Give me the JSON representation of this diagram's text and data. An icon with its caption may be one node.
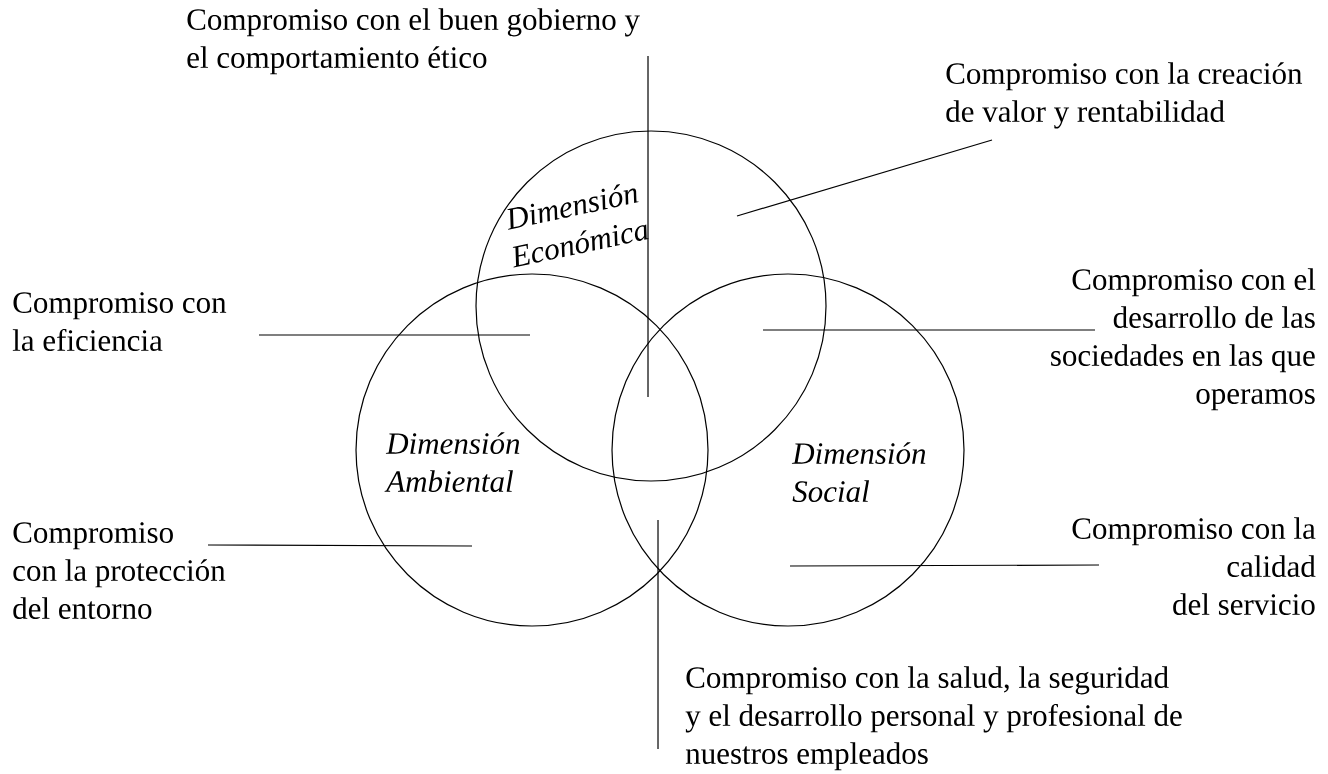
{
  "diagram": {
    "nodes": [
      {
        "text": [
          "Dimensión Económica"
        ]
      },
      {
        "text": [
          "Dimensión Ambiental"
        ]
      },
      {
        "text": [
          "Dimensión Social"
        ]
      },
      {
        "text": [
          "Compromiso con el buen gobierno y el comportamiento ético"
        ]
      },
      {
        "text": [
          "Compromiso con la creación de valor y rentabilidad"
        ]
      },
      {
        "text": [
          "Compromiso con la eficiencia"
        ]
      },
      {
        "text": [
          "Compromiso con el desarrollo de las sociedades en las que operamos"
        ]
      },
      {
        "text": [
          "Compromiso con la protección del entorno"
        ]
      },
      {
        "text": [
          "Compromiso con la calidad del servicio"
        ]
      },
      {
        "text": [
          "Compromiso con la salud, la seguridad y el desarrollo personal y profesional de nuestros empleados"
        ]
      }
    ],
    "edges": [
      {
        "from": 3,
        "to": 1,
        "arrow": "none"
      },
      {
        "from": 4,
        "to": 0,
        "arrow": "none"
      },
      {
        "from": 5,
        "to": 1,
        "arrow": "none"
      },
      {
        "from": 6,
        "to": 2,
        "arrow": "none"
      },
      {
        "from": 7,
        "to": 1,
        "arrow": "none"
      },
      {
        "from": 8,
        "to": 2,
        "arrow": "none"
      },
      {
        "from": 9,
        "to": 1,
        "arrow": "none"
      }
    ]
  }
}
